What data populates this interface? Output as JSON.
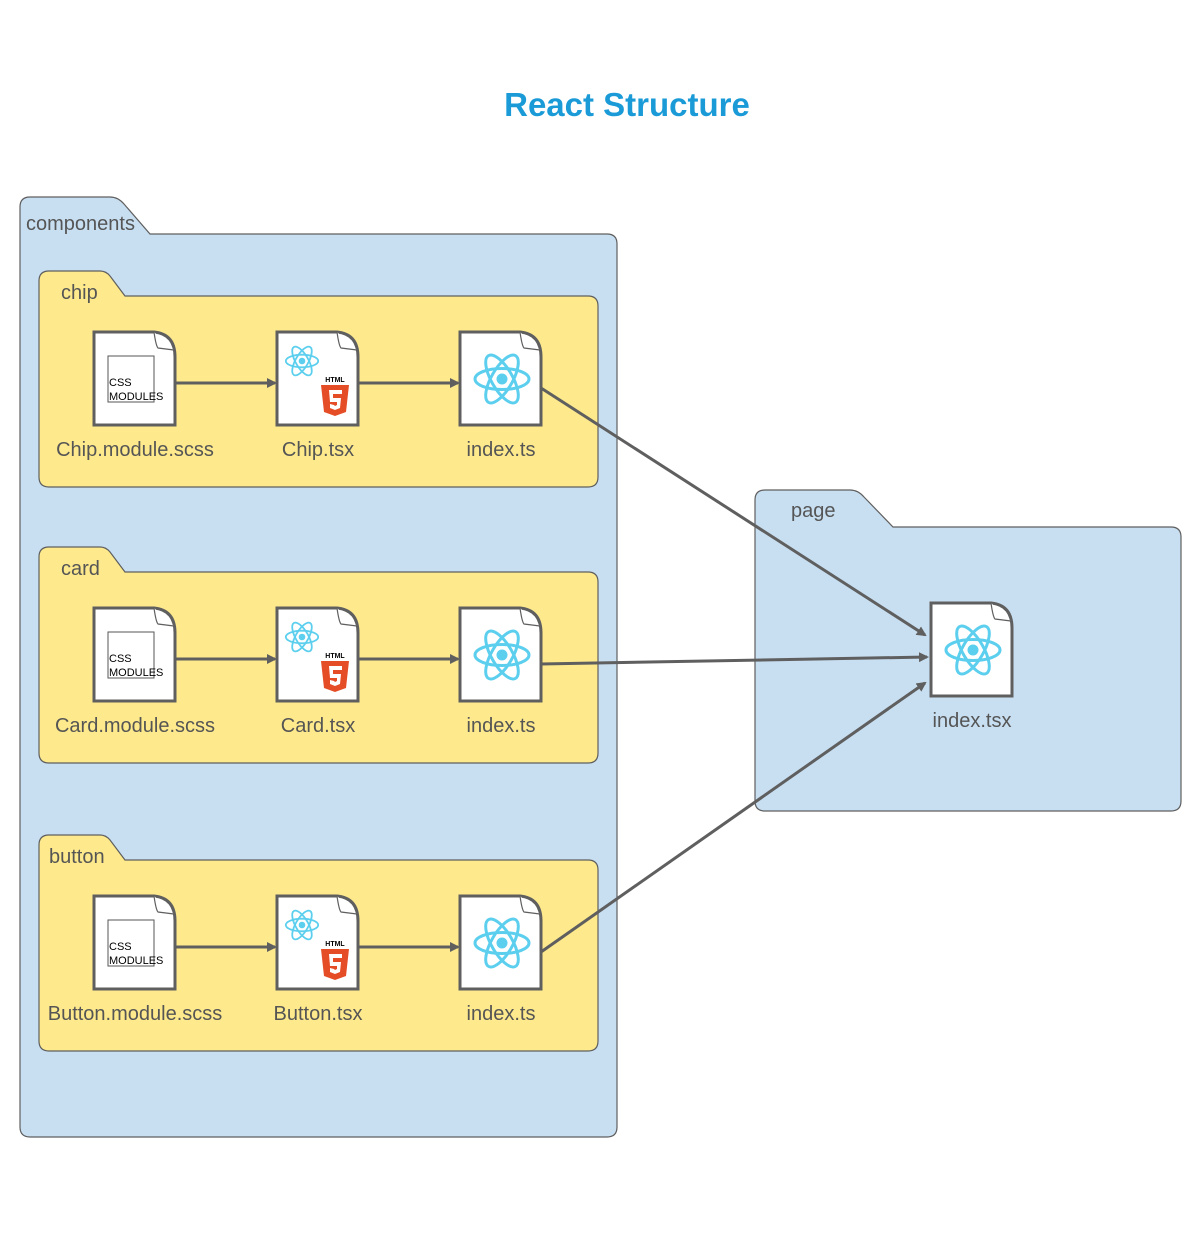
{
  "title": "React Structure",
  "colors": {
    "title": "#1a9bd7",
    "outer_folder": "#c8dff2",
    "group_folder": "#feea8c",
    "stroke": "#5f5f5f",
    "react": "#5ccfee",
    "html5": "#e44d26"
  },
  "components": {
    "label": "components",
    "groups": [
      {
        "label": "chip",
        "files": [
          {
            "name": "Chip.module.scss",
            "icon": "css-modules-icon",
            "icon_text": [
              "CSS",
              "MODULES"
            ]
          },
          {
            "name": "Chip.tsx",
            "icon": "react-html5-icon",
            "icon_text": [
              "HTML"
            ]
          },
          {
            "name": "index.ts",
            "icon": "react-icon"
          }
        ]
      },
      {
        "label": "card",
        "files": [
          {
            "name": "Card.module.scss",
            "icon": "css-modules-icon",
            "icon_text": [
              "CSS",
              "MODULES"
            ]
          },
          {
            "name": "Card.tsx",
            "icon": "react-html5-icon",
            "icon_text": [
              "HTML"
            ]
          },
          {
            "name": "index.ts",
            "icon": "react-icon"
          }
        ]
      },
      {
        "label": "button",
        "files": [
          {
            "name": "Button.module.scss",
            "icon": "css-modules-icon",
            "icon_text": [
              "CSS",
              "MODULES"
            ]
          },
          {
            "name": "Button.tsx",
            "icon": "react-html5-icon",
            "icon_text": [
              "HTML"
            ]
          },
          {
            "name": "index.ts",
            "icon": "react-icon"
          }
        ]
      }
    ]
  },
  "page": {
    "label": "page",
    "file": {
      "name": "index.tsx",
      "icon": "react-icon"
    }
  }
}
